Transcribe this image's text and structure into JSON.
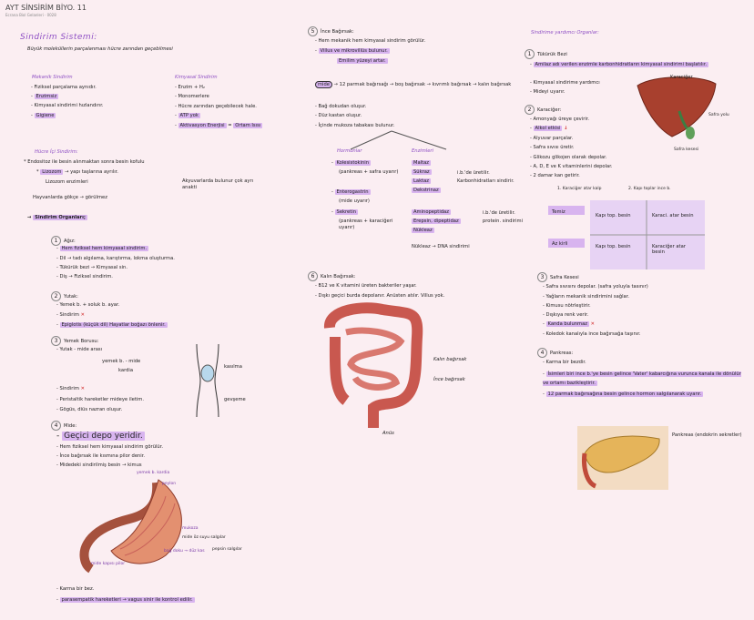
{
  "header": {
    "title": "AYT SİNSİRİM BİYO. 11",
    "subtitle": "Ecrana Biol Gelanleri · 0028"
  },
  "left": {
    "title": "Sindirim Sistemi:",
    "def": "Büyük moleküllerin parçalanması hücre zarından geçebilmesi",
    "mek_title": "Mekanik Sindirim",
    "mek": [
      "Fiziksel parçalama aynıdır.",
      "Enzimsiz",
      "Kimyasal sindirimi hızlandırır.",
      "Gigiene"
    ],
    "kim_title": "Kimyasal Sindirim",
    "kim": [
      "Enzim + H₂",
      "Monomerlere",
      "Hücre zarından geçebilecek hale.",
      "ATP yok",
      "Aktivasyon Enerjisi",
      "Ortam Isısı"
    ],
    "hic_title": "Hücre İçi Sindirim:",
    "hic1": "Endositoz ile besin alınmaktan sonra besin kofulu",
    "hic2": "Lizozom",
    "hic3": "yapı taşlarına ayrılır.",
    "hic4": "Lizozom enzimleri",
    "hic5": "Akyuvarlarda bulunur çok ayrı anakti",
    "hic6": "Hayvanlarda gökçe → görülmez",
    "organ_title": "Sindirim Organları;",
    "agiz_title": "Ağız:",
    "agiz": [
      "Hem fiziksel hem kimyasal sindirim.",
      "Dil → tadı algılama, karıştırma, lokma oluşturma.",
      "Tükürük bezi → Kimyasal sin.",
      "Diş → Fiziksel sindirim."
    ],
    "yutak_title": "Yutak:",
    "yutak": [
      "Yemek b. + soluk b. ayar.",
      "Sindirim",
      "Epiglotis (küçük dil) Hayatlar boğazı önlenir."
    ],
    "yemek_title": "Yemek Borusu:",
    "yemek": [
      "Yutak - mide arası",
      "yemek b. - mide",
      "kardia",
      "Sindirim",
      "Peristaltik hareketler mideye iletim.",
      "Gögüs, diüs nazran oluşur."
    ],
    "kasilma": "kasılma",
    "gevseme": "gevşeme",
    "mide_title": "Mide:",
    "mide": [
      "Geçici depo yeridir.",
      "Hem fiziksel hem kimyasal sindirim görülür.",
      "İnce bağırsak ile kısmına pilor denir.",
      "Midedeki sindirilmiş besin → kimus"
    ],
    "mide_labels": [
      "yemek b. kardia",
      "peylon",
      "mukoza",
      "mide öz suyu salgılar",
      "pepsin salgılar",
      "bağ doku → düz kas",
      "mide kapısı pilor"
    ],
    "mide_end": [
      "Karma bir bez.",
      "parasempatik hareketleri → vagus sinir ile kontrol edilir."
    ]
  },
  "mid": {
    "ince_title": "İnce Bağırsak:",
    "ince": [
      "Hem mekanik hem kimyasal sindirim görülür.",
      "Villus ve mikrovillüs bulunur.",
      "Emilim yüzeyi artar.",
      "12 parmak bağırsağı → boş bağırsak → kıvrımlı bağırsak → kalın bağırsak",
      "Bağ dokudan oluşur.",
      "Düz kastan oluşur.",
      "İçinde mukoza tabakası bulunur."
    ],
    "mide_lbl": "mide",
    "horm_title": "Hormonlar",
    "horm": [
      "Kolesistokinin",
      "(pankreas + safra uyarır)",
      "Enterogastrin",
      "(mide uyarır)",
      "Sekretin",
      "(pankreas + karaciğeri uyarır)"
    ],
    "enz_title": "Enzimleri",
    "enz": [
      "Maltaz",
      "Sükraz",
      "Laktaz",
      "Dekstrinaz",
      "Aminopeptidaz",
      "Erepsin, dipeptidaz",
      "Nükleaz"
    ],
    "enz_notes": [
      "i.b.'de üretilir. Karbonhidratları sindirir.",
      "i.b.'de üretilir. protein. sindirimi",
      "Nükleaz → DNA sindirimi"
    ],
    "kalin_title": "Kalın Bağırsak:",
    "kalin": [
      "B12 ve K vitamini üreten bakteriler yaşar.",
      "Dışkı geçici burda depolanır. Anüsten atılır. Villus yok."
    ],
    "kalin_lbl": "Kalın bağırsak",
    "ince_lbl": "İnce bağırsak",
    "anus_lbl": "Anüs"
  },
  "right": {
    "title": "Sindirime yardımcı Organlar:",
    "tukuruk_title": "Tükürük Bezi",
    "tukuruk": [
      "Amilaz adı verilen enzimle karbonhidratların kimyasal sindirimi başlatılır.",
      "Kimyasal sindirime yardımcı",
      "Mideyi uyarır."
    ],
    "karaciger_title": "Karaciğer:",
    "karaciger": [
      "Amonyağı üreye çevirir.",
      "Alkol etkisi",
      "Alyuvar parçalar.",
      "Safra sıvısı üretir.",
      "Glikozu glikojen olarak depolar.",
      "A, D, E ve K vitaminlerini depolar.",
      "2 damar kan getirir."
    ],
    "kc_lbl": "Karaciğer",
    "kc_safra": "Safra kesesi",
    "kc_yolu": "Safra yolu",
    "kc_damar": [
      "1. Karaciğer atar kalp",
      "2. Kapı toplar ince b."
    ],
    "kc_table": [
      "Temiz",
      "Kapı top. besin",
      "Karaci. atar besin",
      "Az kirli",
      "Kapı top. besin",
      "Karaciğer atar besin"
    ],
    "safra_title": "Safra Kesesi",
    "safra": [
      "Safra sıvısını depolar. (safra yoluyla tasınır)",
      "Yağların mekanik sindirimini sağlar.",
      "Kimusu nötrleştirir.",
      "Dışkıya renk verir.",
      "Kanda bulunmaz",
      "Koledok kanalıyla ince bağırsağa taşınır."
    ],
    "pankreas_title": "Pankreas:",
    "pankreas": [
      "Karma bir bezdir.",
      "İsimleri biri ince b.'ye besin gelince 'Vater' kabarcığına vurunca kanala ile dönülür ve ortamı bazikleştirir.",
      "12 parmak bağırsağına besin gelince hormon salgılanarak uyarır."
    ],
    "pank_lbl": "Pankreas (endokrin sekretler)"
  }
}
